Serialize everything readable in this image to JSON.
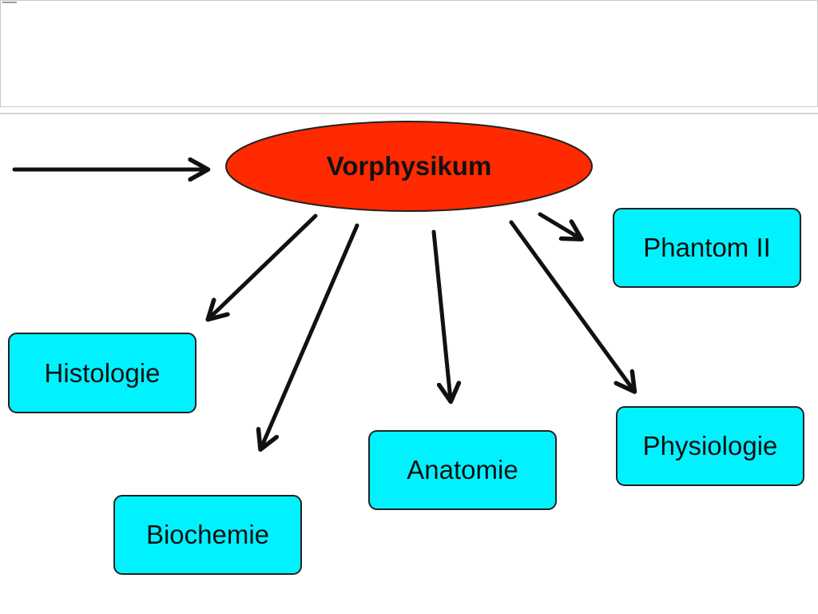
{
  "center_node": {
    "label": "Vorphysikum",
    "color": "#ff2a00"
  },
  "nodes": {
    "phantom": "Phantom II",
    "histologie": "Histologie",
    "physiologie": "Physiologie",
    "anatomie": "Anatomie",
    "biochemie": "Biochemie"
  },
  "node_color": "#00f2ff",
  "arrow_color": "#111111"
}
